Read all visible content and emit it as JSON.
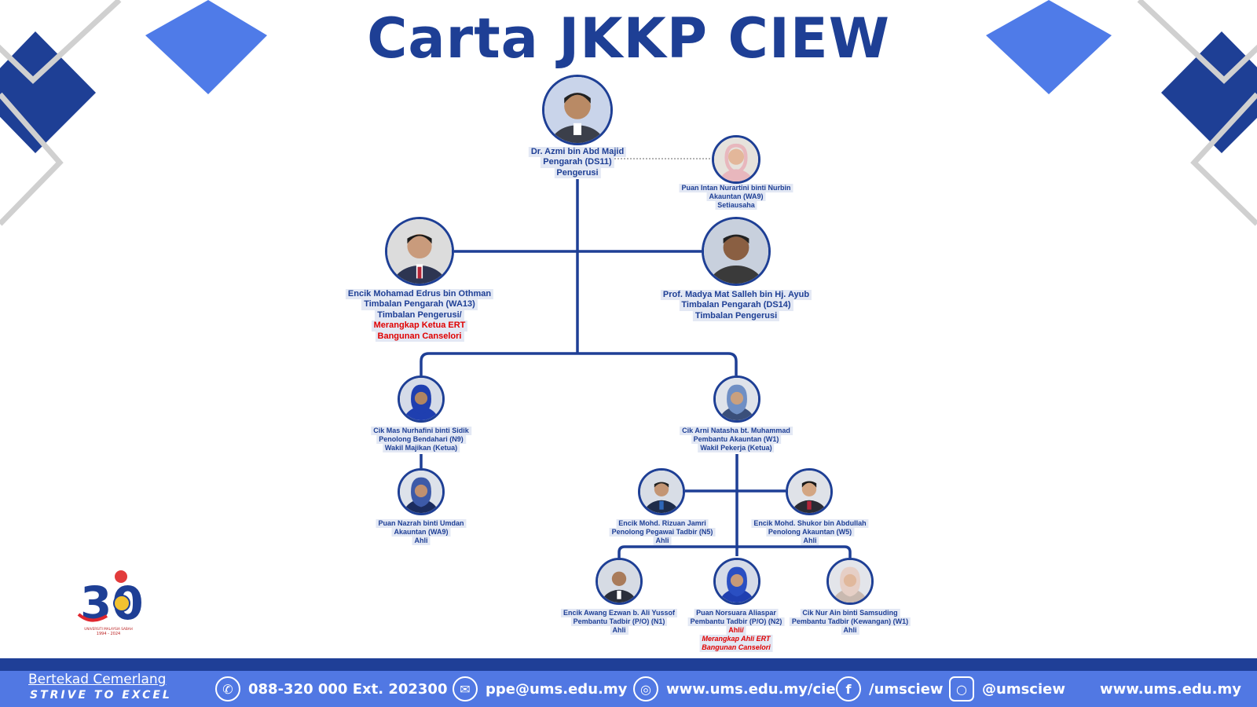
{
  "title": "Carta JKKP CIEW",
  "nodes": {
    "pengarah": [
      "Dr. Azmi bin Abd Majid",
      "Pengarah (DS11)",
      "Pengerusi"
    ],
    "setiausaha": [
      "Puan Intan Nurartini binti Nurbin",
      "Akauntan (WA9)",
      "Setiausaha"
    ],
    "timbalan_left": [
      "Encik Mohamad Edrus bin Othman",
      "Timbalan Pengarah (WA13)",
      "Timbalan Pengerusi/",
      "Merangkap Ketua ERT",
      "Bangunan Canselori"
    ],
    "timbalan_right": [
      "Prof. Madya Mat Salleh bin Hj. Ayub",
      "Timbalan Pengarah (DS14)",
      "Timbalan Pengerusi"
    ],
    "wakil_majikan": [
      "Cik Mas Nurhafini binti Sidik",
      "Penolong Bendahari (N9)",
      "Wakil Majikan (Ketua)"
    ],
    "wakil_pekerja": [
      "Cik Arni Natasha bt. Muhammad",
      "Pembantu Akauntan (W1)",
      "Wakil Pekerja (Ketua)"
    ],
    "nazrah": [
      "Puan Nazrah binti Umdan",
      "Akauntan (WA9)",
      "Ahli"
    ],
    "rizuan": [
      "Encik Mohd. Rizuan Jamri",
      "Penolong Pegawai Tadbir (N5)",
      "Ahli"
    ],
    "shukor": [
      "Encik Mohd. Shukor bin Abdullah",
      "Penolong Akauntan (W5)",
      "Ahli"
    ],
    "awang": [
      "Encik Awang Ezwan b. Ali Yussof",
      "Pembantu Tadbir (P/O) (N1)",
      "Ahli"
    ],
    "norsuara": [
      "Puan Norsuara Aliaspar",
      "Pembantu Tadbir (P/O) (N2)",
      "Ahli/",
      "Merangkap Ahli ERT",
      "Bangunan Canselori"
    ],
    "nurain": [
      "Cik Nur Ain binti Samsuding",
      "Pembantu Tadbir (Kewangan) (W1)",
      "Ahli"
    ]
  },
  "logo": {
    "university": "UNIVERSITI MALAYSIA SABAH",
    "years": "1994 - 2024",
    "number": "30"
  },
  "footer": {
    "slogan_ms": "Bertekad Cemerlang",
    "slogan_en": "STRIVE TO EXCEL",
    "phone": "088-320 000 Ext. 202300",
    "email": "ppe@ums.edu.my",
    "website_cie": "www.ums.edu.my/cie",
    "facebook": "/umsciew",
    "instagram": "@umsciew",
    "website": "www.ums.edu.my"
  },
  "icons": {
    "phone": "phone-icon",
    "email": "mail-icon",
    "globe": "globe-icon",
    "facebook": "facebook-icon",
    "instagram": "instagram-icon"
  },
  "colors": {
    "navy": "#1e3f95",
    "accent_blue": "#4f7be8",
    "footer_blue": "#5178e3",
    "highlight_red": "#e00000"
  }
}
